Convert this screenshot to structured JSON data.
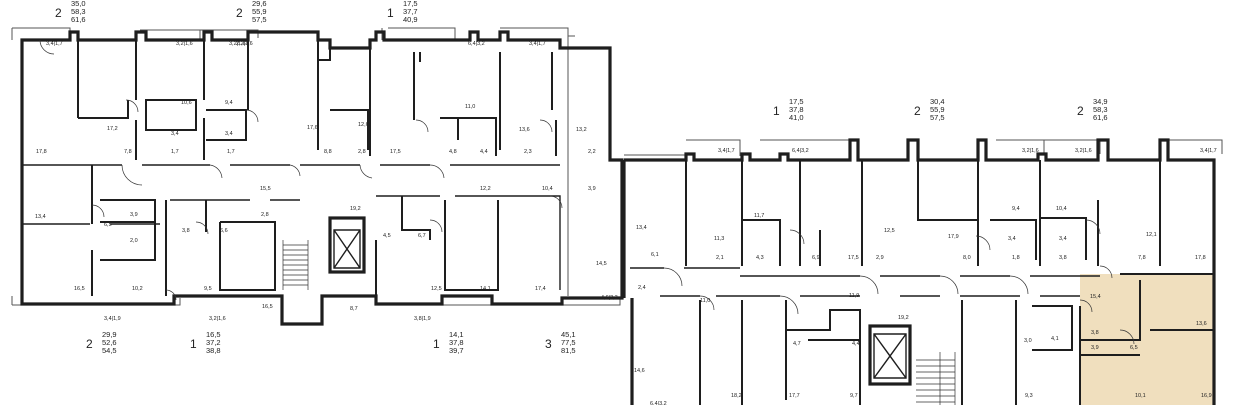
{
  "legend": {
    "top": [
      {
        "rooms": "2",
        "areas": [
          "35,0",
          "58,3",
          "61,6"
        ]
      },
      {
        "rooms": "2",
        "areas": [
          "29,6",
          "55,9",
          "57,5"
        ]
      },
      {
        "rooms": "1",
        "areas": [
          "17,5",
          "37,7",
          "40,9"
        ]
      }
    ],
    "right": [
      {
        "rooms": "1",
        "areas": [
          "17,5",
          "37,8",
          "41,0"
        ]
      },
      {
        "rooms": "2",
        "areas": [
          "30,4",
          "55,9",
          "57,5"
        ]
      },
      {
        "rooms": "2",
        "areas": [
          "34,9",
          "58,3",
          "61,6"
        ]
      }
    ],
    "bottom": [
      {
        "rooms": "2",
        "areas": [
          "29,9",
          "52,6",
          "54,5"
        ]
      },
      {
        "rooms": "1",
        "areas": [
          "16,5",
          "37,2",
          "38,8"
        ]
      },
      {
        "rooms": "1",
        "areas": [
          "14,1",
          "37,8",
          "39,7"
        ]
      },
      {
        "rooms": "3",
        "areas": [
          "45,1",
          "77,5",
          "81,5"
        ]
      }
    ]
  },
  "room_labels": [
    "3,4|1,7",
    "3,2|1,6",
    "3,2|1,6",
    "2,2|1,6",
    "6,4|3,2",
    "3,4|1,7",
    "17,2",
    "10,6",
    "9,4",
    "17,6",
    "11,0",
    "12,6",
    "13,6",
    "13,2",
    "3,4",
    "3,4",
    "1,7",
    "1,7",
    "7,8",
    "17,8",
    "8,8",
    "2,8",
    "17,5",
    "4,8",
    "4,4",
    "2,3",
    "2,2",
    "15,5",
    "12,2",
    "10,4",
    "3,9",
    "19,2",
    "13,4",
    "6,5",
    "3,9",
    "2,0",
    "3,8",
    "6,6",
    "2,8",
    "4,5",
    "6,7",
    "16,5",
    "10,2",
    "9,5",
    "16,5",
    "12,5",
    "14,1",
    "17,4",
    "14,5",
    "8,7",
    "3,4|1,9",
    "3,2|1,6",
    "3,8|1,9",
    "4,6|2,3",
    "3,4|1,7",
    "6,4|3,2",
    "3,2|1,6",
    "3,2|1,6",
    "3,4|1,7",
    "13,4",
    "11,3",
    "11,7",
    "12,5",
    "17,9",
    "9,4",
    "10,4",
    "12,1",
    "3,4",
    "3,4",
    "6,1",
    "2,1",
    "4,3",
    "6,9",
    "17,5",
    "2,9",
    "8,0",
    "1,8",
    "3,8",
    "7,8",
    "17,8",
    "15,4",
    "2,4",
    "11,0",
    "11,9",
    "19,2",
    "4,7",
    "4,4",
    "3,0",
    "4,1",
    "13,6",
    "3,8",
    "6,5",
    "3,9",
    "14,6",
    "18,2",
    "17,7",
    "9,7",
    "9,3",
    "10,1",
    "16,9",
    "6,4|3,2"
  ],
  "highlight_color": "#f0dfbe"
}
